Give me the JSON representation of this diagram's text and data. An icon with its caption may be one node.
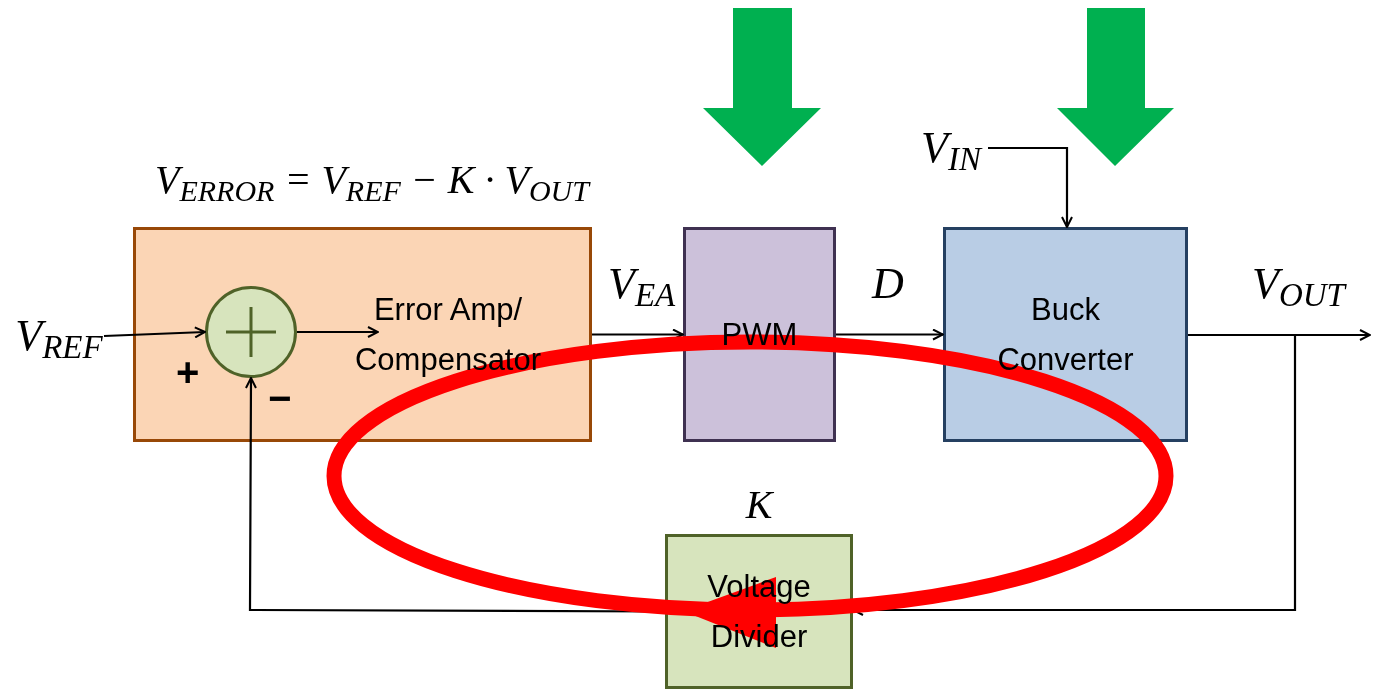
{
  "diagram": {
    "nodes": [
      {
        "text": [
          "Error Amp/ Compensator"
        ]
      },
      {
        "text": [],
        "shape": "circle",
        "in": 0
      },
      {
        "text": [
          "PWM"
        ]
      },
      {
        "text": [
          "Buck Converter"
        ]
      },
      {
        "text": [
          "Voltage Divider"
        ],
        "beside": [
          "K"
        ]
      },
      {
        "text": [
          "V$_{REF}$"
        ]
      },
      {
        "text": [
          "V$_{IN}$"
        ]
      }
    ],
    "edges": [
      {
        "from": 5,
        "to": 1,
        "arrow": "to"
      },
      {
        "from": 1,
        "to": null,
        "arrow": "to"
      },
      {
        "from": 0,
        "to": 2,
        "arrow": "to",
        "label": "V$_{EA}$"
      },
      {
        "from": 2,
        "to": 3,
        "arrow": "to",
        "label": "D"
      },
      {
        "from": 6,
        "to": 3,
        "arrow": "to"
      },
      {
        "from": 3,
        "to": null,
        "arrow": "to",
        "label": "V$_{OUT}$"
      },
      {
        "from": 3,
        "to": 4,
        "arrow": "to"
      },
      {
        "from": 4,
        "to": 1,
        "arrow": "to"
      }
    ],
    "labels": [
      "V$_{ERROR}$ = V$_{REF}$ − K · V$_{OUT}$",
      "+",
      "−"
    ]
  }
}
